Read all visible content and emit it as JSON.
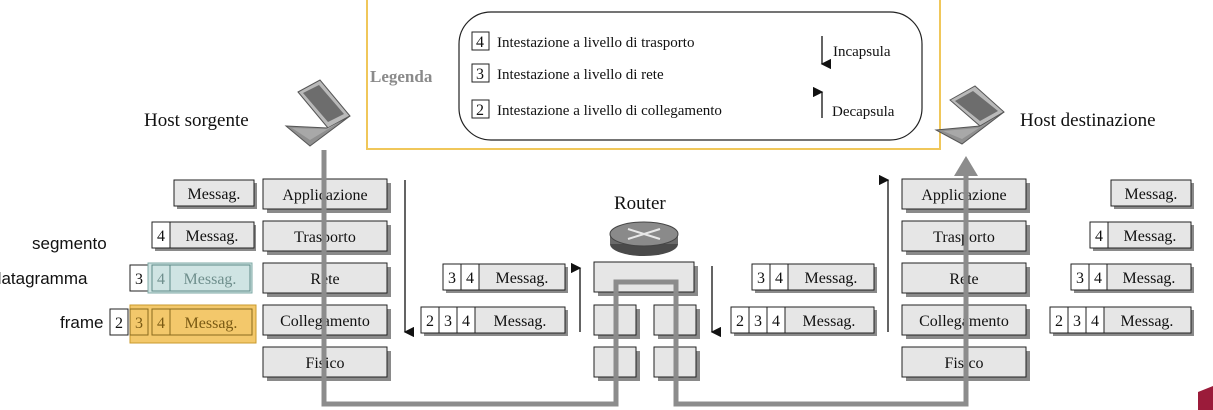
{
  "legend": {
    "title": "Legenda",
    "items": [
      {
        "num": "4",
        "text": "Intestazione a livello di trasporto"
      },
      {
        "num": "3",
        "text": "Intestazione a livello di rete"
      },
      {
        "num": "2",
        "text": "Intestazione a livello di collegamento"
      }
    ],
    "encapsulate": "Incapsula",
    "decapsulate": "Decapsula"
  },
  "hosts": {
    "source": "Host sorgente",
    "destination": "Host destinazione"
  },
  "router": {
    "label": "Router"
  },
  "layers": {
    "application": "Applicazione",
    "transport": "Trasporto",
    "network": "Rete",
    "link": "Collegamento",
    "physical": "Fisico"
  },
  "message": "Messag.",
  "headers": {
    "transport": "4",
    "network": "3",
    "link": "2"
  },
  "annotations": {
    "segment": "segmento",
    "datagram": "datagramma",
    "frame": "frame"
  },
  "colors": {
    "legend_border": "#f0c75a",
    "datagram_highlight": "#cfe4e3",
    "frame_highlight": "#f3c86b",
    "path_line": "#8c8c8c",
    "corner_accent": "#9b1b3a"
  }
}
